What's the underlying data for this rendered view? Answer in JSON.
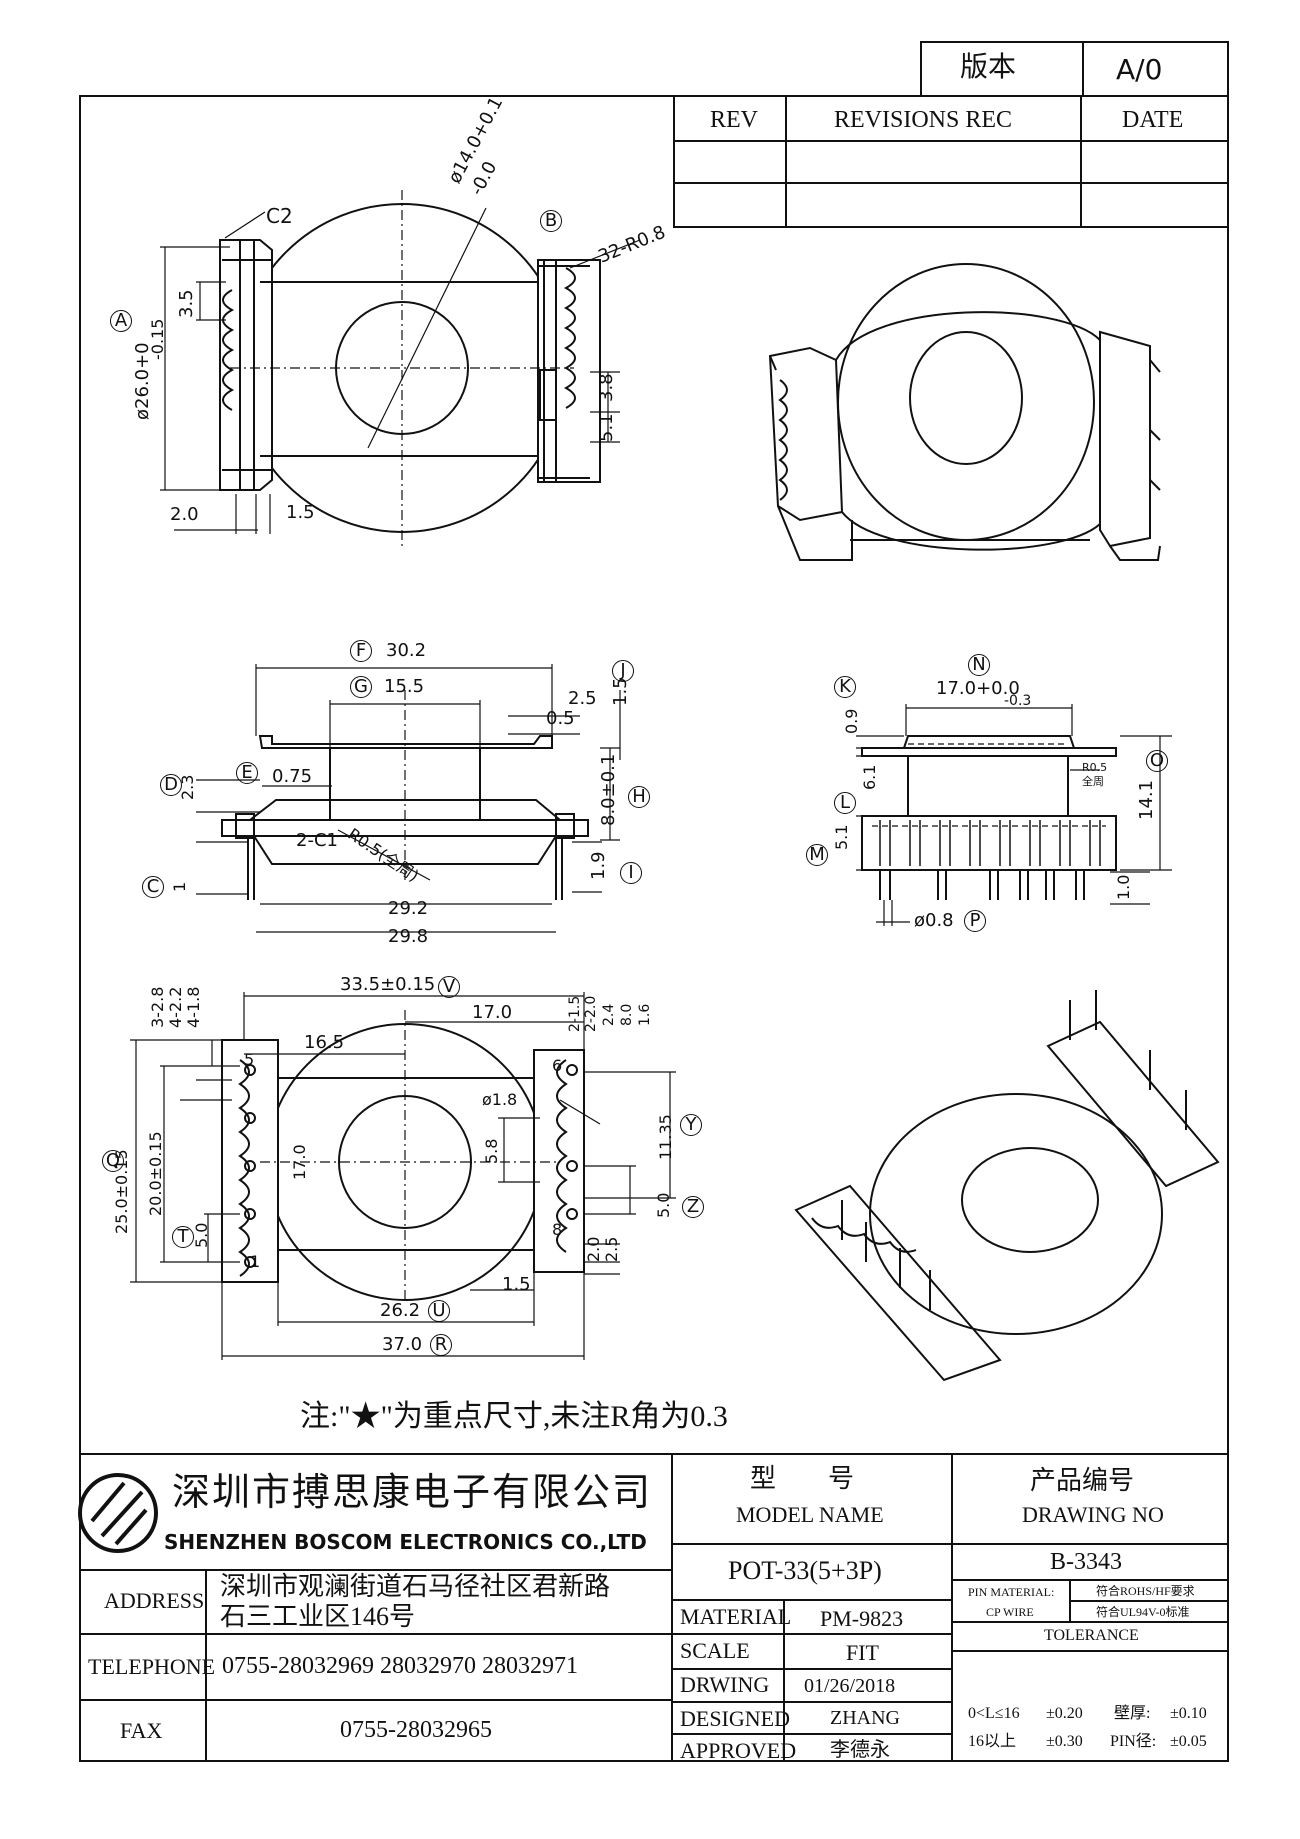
{
  "version_box": {
    "label": "版本",
    "value": "A/0"
  },
  "revision_table": {
    "rev": "REV",
    "revisions": "REVISIONS REC",
    "date": "DATE"
  },
  "top_view": {
    "c2": "C2",
    "dia14": "ø14.0+0.1",
    "dia14_lower": "-0.0",
    "mark_b": "B",
    "r08": "32-R0.8",
    "mark_a": "A",
    "dia26": "ø26.0+0",
    "dia26_lower": "-0.15",
    "d35": "3.5",
    "d38": "3.8",
    "d51": "5.1",
    "d20": "2.0",
    "d15": "1.5"
  },
  "front_view": {
    "mark_f": "F",
    "d302": "30.2",
    "mark_g": "G",
    "d155": "15.5",
    "d25": "2.5",
    "d05": "0.5",
    "mark_j": "J",
    "d15": "1.5",
    "mark_d": "D",
    "d23": "2.3",
    "mark_e": "E",
    "d075": "0.75",
    "mark_h": "H",
    "d80": "8.0±0.1",
    "c1": "2-C1",
    "r05": "R0.5(全周)",
    "mark_c": "C",
    "d1": "1",
    "mark_i": "I",
    "d19": "1.9",
    "d292": "29.2",
    "d298": "29.8"
  },
  "side_view": {
    "mark_k": "K",
    "d09": "0.9",
    "mark_n": "N",
    "d170": "17.0+0.0",
    "d170_lower": "-0.3",
    "mark_o": "O",
    "d141": "14.1",
    "mark_l": "L",
    "d61": "6.1",
    "r05note": "R0.5",
    "r05note2": "全周",
    "mark_m": "M",
    "d51": "5.1",
    "d10": "1.0",
    "d08": "ø0.8",
    "mark_p": "P"
  },
  "bottom_view": {
    "d3_28": "3-2.8",
    "d4_22": "4-2.2",
    "d4_18": "4-1.8",
    "d335": "33.5±0.15",
    "mark_v": "V",
    "d2_15": "2-1.5",
    "d2_20": "2-2.0",
    "d24": "2.4",
    "d80": "8.0",
    "d16": "1.6",
    "d170": "17.0",
    "d165": "16.5",
    "pin5": "5",
    "pin6": "6",
    "pin8": "8",
    "pin1": "1",
    "dia18": "ø1.8",
    "mark_q": "Q",
    "d250": "25.0±0.15",
    "d200": "20.0±0.15",
    "mark_y": "Y",
    "d1135": "11.35",
    "d58": "5.8",
    "d170v": "17.0",
    "mark_z": "Z",
    "d50r": "5.0",
    "mark_t": "T",
    "d50": "5.0",
    "d20": "2.0",
    "d25": "2.5",
    "d15": "1.5",
    "d262": "26.2",
    "mark_u": "U",
    "d370": "37.0",
    "mark_r": "R"
  },
  "note": "注:\"★\"为重点尺寸,未注R角为0.3",
  "title_block": {
    "company_cn": "深圳市搏思康电子有限公司",
    "company_en": "SHENZHEN BOSCOM ELECTRONICS CO.,LTD",
    "address_label": "ADDRESS",
    "address_line1": "深圳市观澜街道石马径社区君新路",
    "address_line2": "石三工业区146号",
    "telephone_label": "TELEPHONE",
    "telephone": "0755-28032969 28032970 28032971",
    "fax_label": "FAX",
    "fax": "0755-28032965",
    "model_cn": "型　　号",
    "model_en": "MODEL NAME",
    "model_value": "POT-33(5+3P)",
    "drawing_cn": "产品编号",
    "drawing_en": "DRAWING NO",
    "drawing_value": "B-3343",
    "material_label": "MATERIAL",
    "material_value": "PM-9823",
    "scale_label": "SCALE",
    "scale_value": "FIT",
    "drwing_label": "DRWING",
    "drwing_value": "01/26/2018",
    "designed_label": "DESIGNED",
    "designed_value": "ZHANG",
    "approved_label": "APPROVED",
    "approved_value": "李德永",
    "pin_material": "PIN MATERIAL:",
    "cp_wire": "CP WIRE",
    "rohs": "符合ROHS/HF要求",
    "ul": "符合UL94V-0标准",
    "tolerance": "TOLERANCE",
    "tol1a": "0<L≤16",
    "tol1b": "±0.20",
    "tol1c": "壁厚:",
    "tol1d": "±0.10",
    "tol2a": "16以上",
    "tol2b": "±0.30",
    "tol2c": "PIN径:",
    "tol2d": "±0.05"
  }
}
